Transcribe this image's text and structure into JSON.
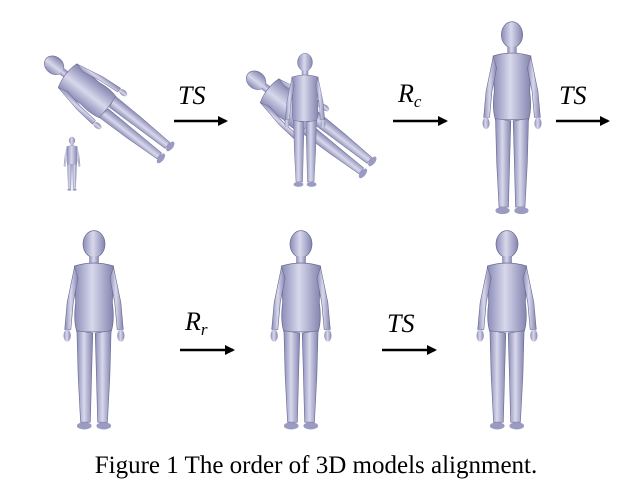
{
  "figure": {
    "caption": "Figure 1 The order of 3D models alignment.",
    "operators": [
      {
        "id": "op1",
        "main": "TS",
        "sub": ""
      },
      {
        "id": "op2",
        "main": "R",
        "sub": "c"
      },
      {
        "id": "op3",
        "main": "TS",
        "sub": ""
      },
      {
        "id": "op4",
        "main": "R",
        "sub": "r"
      },
      {
        "id": "op5",
        "main": "TS",
        "sub": ""
      }
    ],
    "steps": [
      {
        "row": 1,
        "description": "tilted-and-small-models"
      },
      {
        "row": 1,
        "description": "after-translation-scaling"
      },
      {
        "row": 1,
        "description": "after-coarse-rotation"
      },
      {
        "row": 2,
        "description": "after-translation-scaling"
      },
      {
        "row": 2,
        "description": "after-refined-rotation"
      },
      {
        "row": 2,
        "description": "final-aligned-model"
      }
    ],
    "colors": {
      "model": "#b8b8d8",
      "arrow": "#000000"
    }
  }
}
